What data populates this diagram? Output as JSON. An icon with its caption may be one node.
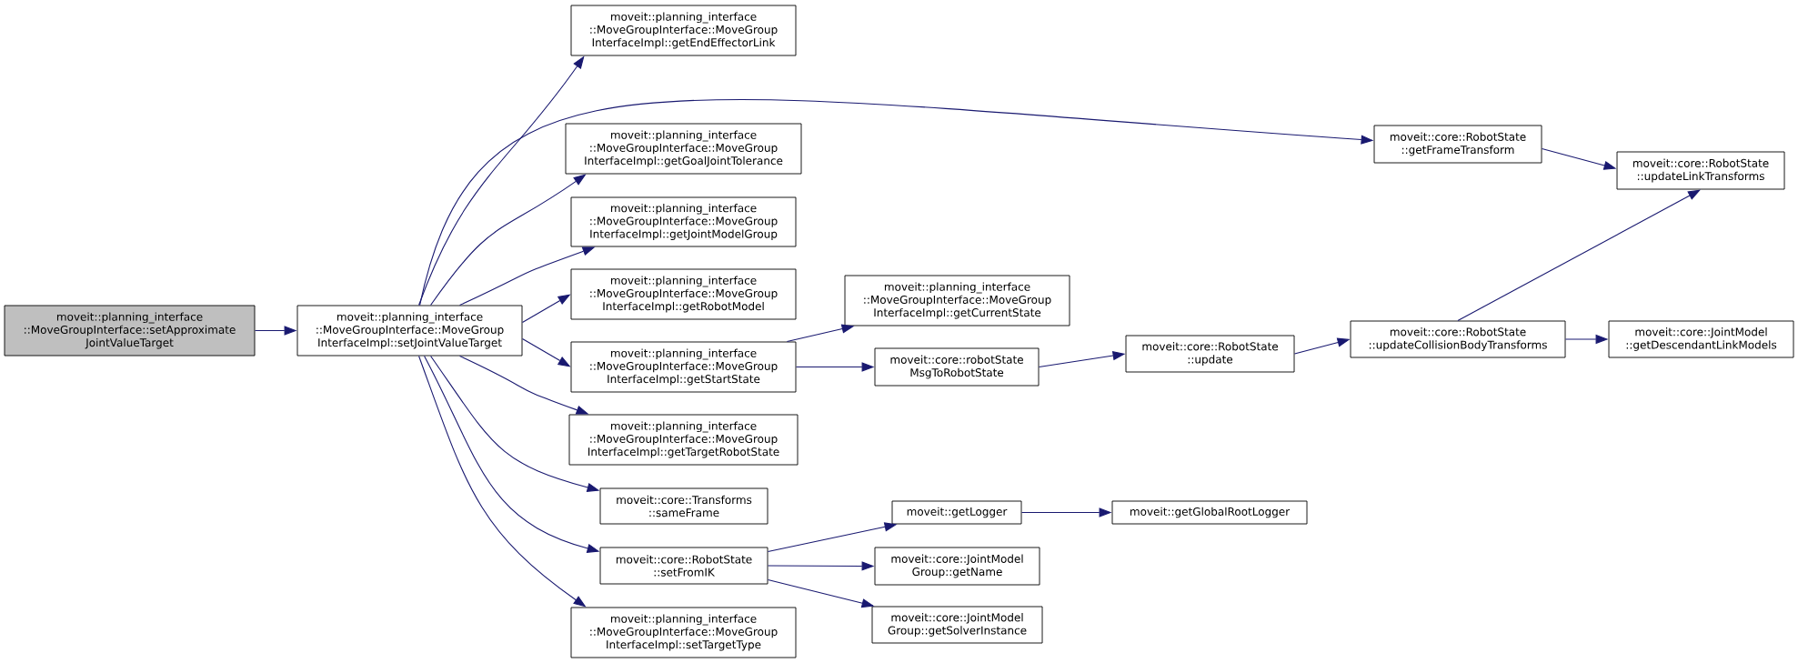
{
  "diagram": {
    "nodes": [
      {
        "text": [
          "moveit::planning_interface ::MoveGroupInterface::setApproximate JointValueTarget"
        ]
      },
      {
        "text": [
          "moveit::planning_interface ::MoveGroupInterface::MoveGroup InterfaceImpl::setJointValueTarget"
        ]
      },
      {
        "text": [
          "moveit::planning_interface ::MoveGroupInterface::MoveGroup InterfaceImpl::getEndEffectorLink"
        ]
      },
      {
        "text": [
          "moveit::planning_interface ::MoveGroupInterface::MoveGroup InterfaceImpl::getGoalJointTolerance"
        ]
      },
      {
        "text": [
          "moveit::planning_interface ::MoveGroupInterface::MoveGroup InterfaceImpl::getJointModelGroup"
        ]
      },
      {
        "text": [
          "moveit::planning_interface ::MoveGroupInterface::MoveGroup InterfaceImpl::getRobotModel"
        ]
      },
      {
        "text": [
          "moveit::planning_interface ::MoveGroupInterface::MoveGroup InterfaceImpl::getStartState"
        ]
      },
      {
        "text": [
          "moveit::planning_interface ::MoveGroupInterface::MoveGroup InterfaceImpl::getTargetRobotState"
        ]
      },
      {
        "text": [
          "moveit::core::Transforms ::sameFrame"
        ]
      },
      {
        "text": [
          "moveit::core::RobotState ::setFromIK"
        ]
      },
      {
        "text": [
          "moveit::planning_interface ::MoveGroupInterface::MoveGroup InterfaceImpl::setTargetType"
        ]
      },
      {
        "text": [
          "moveit::core::RobotState ::getFrameTransform"
        ]
      },
      {
        "text": [
          "moveit::core::RobotState ::updateLinkTransforms"
        ]
      },
      {
        "text": [
          "moveit::planning_interface ::MoveGroupInterface::MoveGroup InterfaceImpl::getCurrentState"
        ]
      },
      {
        "text": [
          "moveit::core::robotState MsgToRobotState"
        ]
      },
      {
        "text": [
          "moveit::core::RobotState ::update"
        ]
      },
      {
        "text": [
          "moveit::core::RobotState ::updateCollisionBodyTransforms"
        ]
      },
      {
        "text": [
          "moveit::core::JointModel ::getDescendantLinkModels"
        ]
      },
      {
        "text": [
          "moveit::getLogger"
        ]
      },
      {
        "text": [
          "moveit::getGlobalRootLogger"
        ]
      },
      {
        "text": [
          "moveit::core::JointModel Group::getName"
        ]
      },
      {
        "text": [
          "moveit::core::JointModel Group::getSolverInstance"
        ]
      }
    ],
    "edges": [
      {
        "from": 0,
        "to": 1,
        "arrow": "to"
      },
      {
        "from": 1,
        "to": 2,
        "arrow": "to"
      },
      {
        "from": 1,
        "to": 11,
        "arrow": "to"
      },
      {
        "from": 1,
        "to": 3,
        "arrow": "to"
      },
      {
        "from": 1,
        "to": 4,
        "arrow": "to"
      },
      {
        "from": 1,
        "to": 5,
        "arrow": "to"
      },
      {
        "from": 1,
        "to": 6,
        "arrow": "to"
      },
      {
        "from": 1,
        "to": 7,
        "arrow": "to"
      },
      {
        "from": 1,
        "to": 8,
        "arrow": "to"
      },
      {
        "from": 1,
        "to": 9,
        "arrow": "to"
      },
      {
        "from": 1,
        "to": 10,
        "arrow": "to"
      },
      {
        "from": 11,
        "to": 12,
        "arrow": "to"
      },
      {
        "from": 6,
        "to": 13,
        "arrow": "to"
      },
      {
        "from": 6,
        "to": 14,
        "arrow": "to"
      },
      {
        "from": 14,
        "to": 15,
        "arrow": "to"
      },
      {
        "from": 15,
        "to": 16,
        "arrow": "to"
      },
      {
        "from": 16,
        "to": 12,
        "arrow": "to"
      },
      {
        "from": 16,
        "to": 17,
        "arrow": "to"
      },
      {
        "from": 9,
        "to": 18,
        "arrow": "to"
      },
      {
        "from": 9,
        "to": 20,
        "arrow": "to"
      },
      {
        "from": 9,
        "to": 21,
        "arrow": "to"
      },
      {
        "from": 18,
        "to": 19,
        "arrow": "to"
      }
    ]
  }
}
